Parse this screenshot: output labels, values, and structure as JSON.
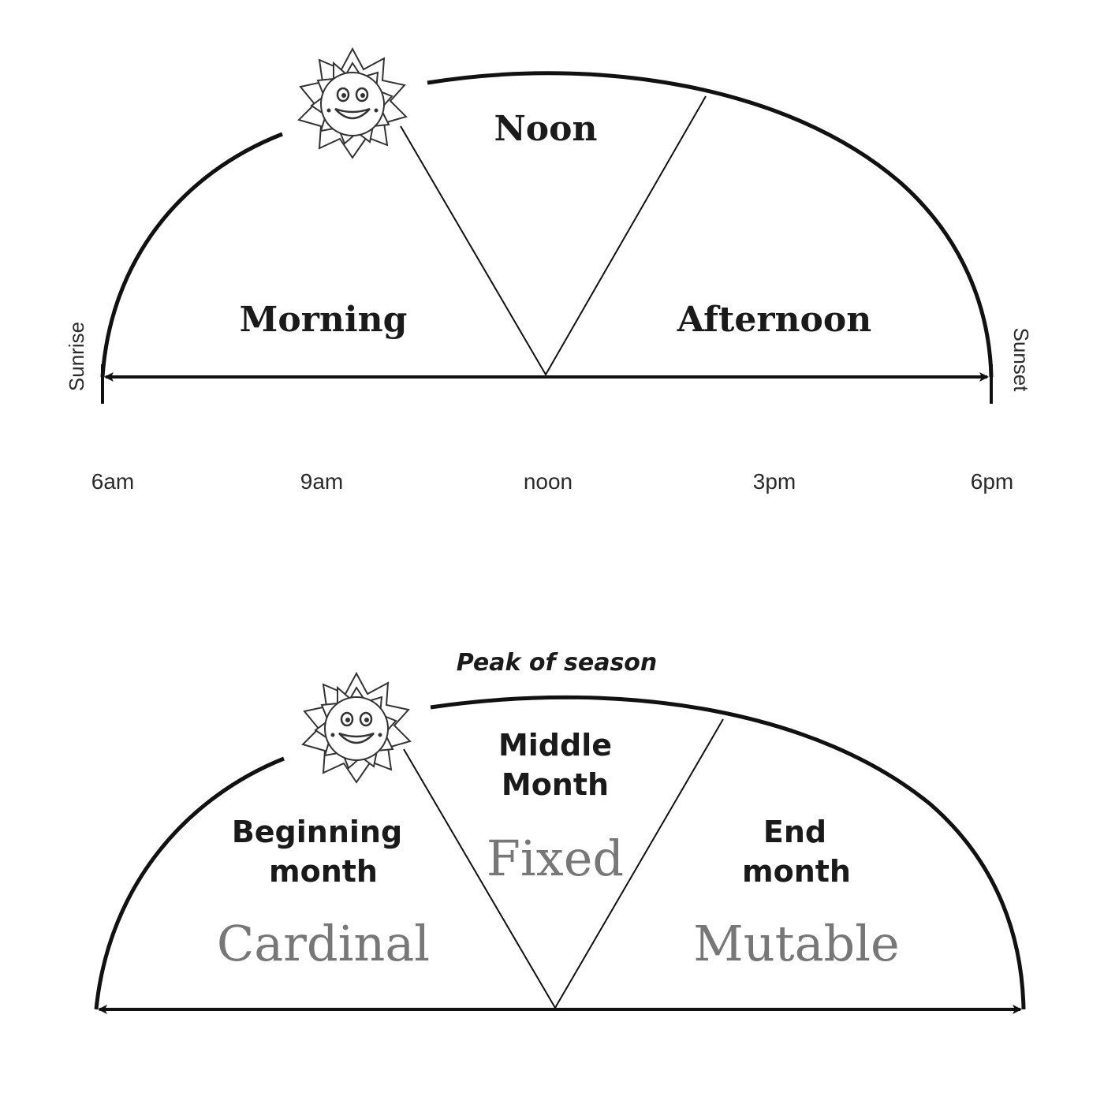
{
  "day": {
    "segments": [
      "Morning",
      "Noon",
      "Afternoon"
    ],
    "ends": {
      "left": "Sunrise",
      "right": "Sunset"
    },
    "times": [
      "6am",
      "9am",
      "noon",
      "3pm",
      "6pm"
    ]
  },
  "season": {
    "peak_label": "Peak of season",
    "segments": [
      {
        "line1": "Beginning",
        "line2": "month",
        "modality": "Cardinal"
      },
      {
        "line1": "Middle",
        "line2": "Month",
        "modality": "Fixed"
      },
      {
        "line1": "End",
        "line2": "month",
        "modality": "Mutable"
      }
    ]
  },
  "icons": [
    "sun-icon",
    "sun-icon"
  ],
  "colors": {
    "line": "#111111",
    "modality_text": "#777777"
  }
}
